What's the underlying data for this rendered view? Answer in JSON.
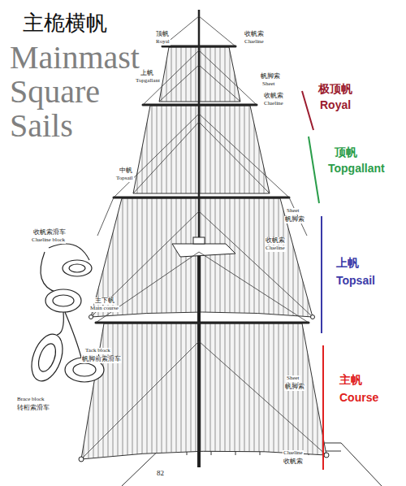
{
  "diagram": {
    "title": "Mainmast Square Sails",
    "labels": [
      "主桅横帆",
      "顶帆",
      "Royal",
      "收帆索",
      "Clueline",
      "上帆",
      "Topgallant",
      "帆脚索",
      "Sheet",
      "收帆索",
      "Clueline",
      "中帆",
      "Topsail",
      "Sheet",
      "帆脚索",
      "收帆索",
      "Clueline",
      "收帆索滑车",
      "Clueline block",
      "主下帆",
      "Main course",
      "Tack block",
      "帆脚前索滑车",
      "Brace block",
      "转桁索滑车",
      "Sheet",
      "帆脚索",
      "Clueline",
      "收帆索",
      "82",
      "极顶帆",
      "Royal",
      "顶帆",
      "Topgallant",
      "上帆",
      "Topsail",
      "主帆",
      "Course"
    ]
  }
}
